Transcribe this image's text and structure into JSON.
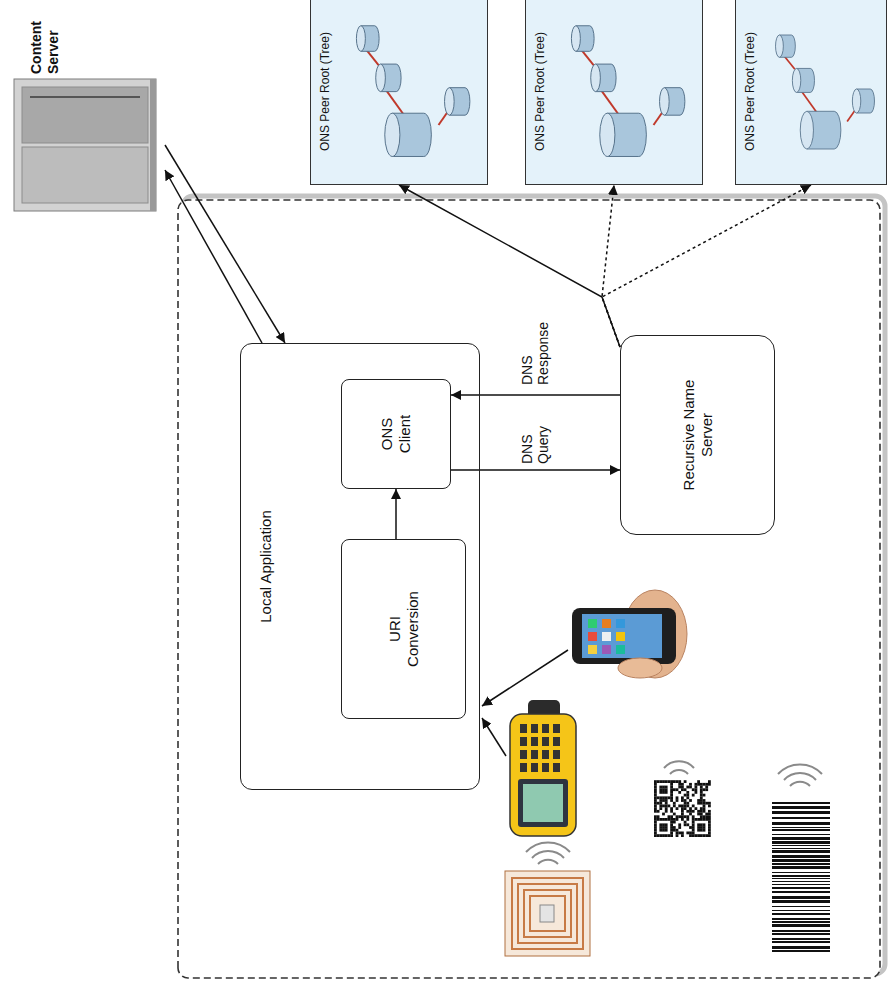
{
  "diagram": {
    "nodes": [
      {
        "text": [
          "Content Server"
        ]
      },
      {
        "text": [
          "ONS Peer Root (Tree)"
        ]
      },
      {
        "text": [
          "ONS Peer Root (Tree)"
        ]
      },
      {
        "text": [
          "ONS Peer Root (Tree)"
        ]
      },
      {
        "text": [
          "Local Application"
        ]
      },
      {
        "text": [
          "URI Conversion"
        ],
        "in": 4
      },
      {
        "text": [
          "ONS Client"
        ],
        "in": 4
      },
      {
        "text": [
          "Recursive Name Server"
        ]
      }
    ],
    "edges": [
      {
        "from": 4,
        "to": 0,
        "arrow": "to"
      },
      {
        "from": 0,
        "to": 4,
        "arrow": "to"
      },
      {
        "from": 5,
        "to": 6,
        "arrow": "to"
      },
      {
        "from": 6,
        "to": 7,
        "label": "DNS Query",
        "arrow": "to"
      },
      {
        "from": 7,
        "to": 6,
        "label": "DNS Response",
        "arrow": "to"
      },
      {
        "from": 7,
        "to": 1,
        "arrow": "to"
      },
      {
        "from": 7,
        "to": 2,
        "arrow": "to"
      },
      {
        "from": 7,
        "to": 3,
        "arrow": "to"
      }
    ]
  }
}
